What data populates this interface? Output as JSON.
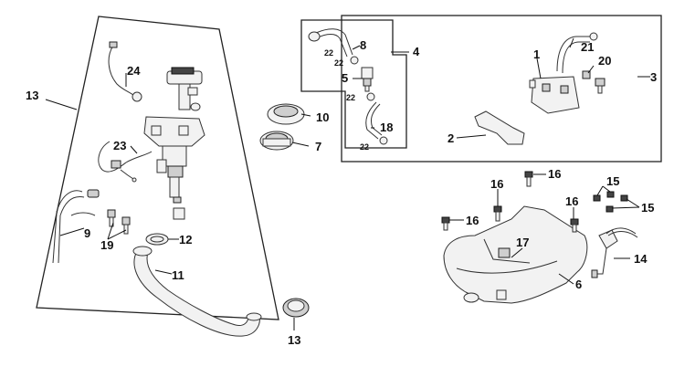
{
  "callouts": {
    "c1": "1",
    "c2": "2",
    "c3": "3",
    "c4": "4",
    "c5": "5",
    "c6": "6",
    "c7": "7",
    "c8": "8",
    "c9": "9",
    "c10": "10",
    "c11": "11",
    "c12": "12",
    "c13a": "13",
    "c13b": "13",
    "c14": "14",
    "c15a": "15",
    "c15b": "15",
    "c16a": "16",
    "c16b": "16",
    "c16c": "16",
    "c16d": "16",
    "c17": "17",
    "c18": "18",
    "c19": "19",
    "c20": "20",
    "c21": "21",
    "c22a": "22",
    "c22b": "22",
    "c22c": "22",
    "c22d": "22",
    "c23": "23",
    "c24": "24"
  }
}
